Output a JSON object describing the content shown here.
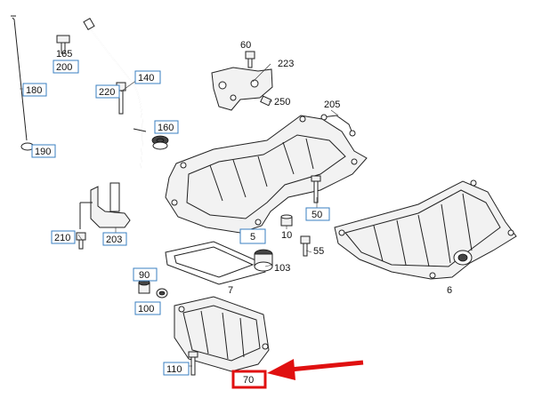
{
  "labels": {
    "l165": "165",
    "l200": "200",
    "l180": "180",
    "l190": "190",
    "l220": "220",
    "l140": "140",
    "l160": "160",
    "l60": "60",
    "l223": "223",
    "l250": "250",
    "l205": "205",
    "l50": "50",
    "l5": "5",
    "l10": "10",
    "l55": "55",
    "l103": "103",
    "l210": "210",
    "l203": "203",
    "l90": "90",
    "l7": "7",
    "l100": "100",
    "l110": "110",
    "l6": "6",
    "l70": "70"
  },
  "colors": {
    "label_box": "#3a7fc0",
    "highlight": "#e01010",
    "line_art": "#222222"
  }
}
